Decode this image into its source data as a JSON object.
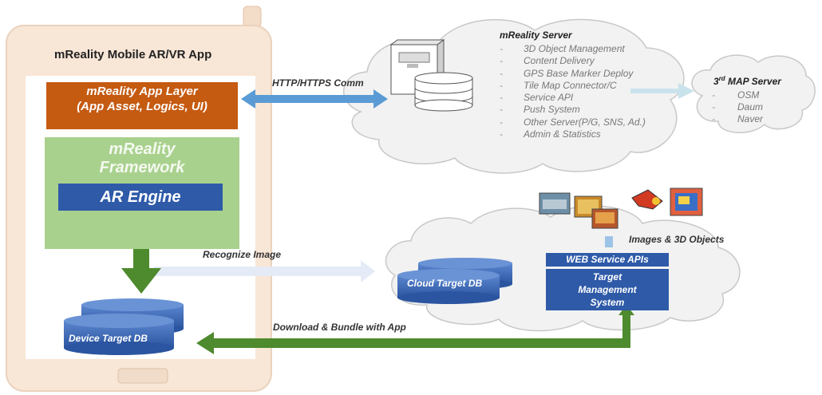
{
  "phone": {
    "title": "mReality Mobile AR/VR App",
    "app_layer_line1": "mReality App Layer",
    "app_layer_line2": "(App Asset, Logics, UI)",
    "framework_line1": "mReality",
    "framework_line2": "Framework",
    "ar_engine": "AR Engine",
    "device_db": "Device Target DB"
  },
  "connections": {
    "http_label": "HTTP/HTTPS Comm",
    "recognize_label": "Recognize Image",
    "download_label": "Download & Bundle with App"
  },
  "mreality_server": {
    "title": "mReality Server",
    "items": [
      "3D Object Management",
      "Content Delivery",
      "GPS Base Marker Deploy",
      "Tile Map Connector/C",
      "Service API",
      "Push System",
      "Other Server(P/G, SNS, Ad.)",
      "Admin & Statistics"
    ]
  },
  "map_server": {
    "title_prefix": "3",
    "title_sup": "rd",
    "title_suffix": " MAP Server",
    "items": [
      "OSM",
      "Daum",
      "Naver"
    ]
  },
  "cloud": {
    "db_label": "Cloud Target DB",
    "images_label": "Images & 3D Objects",
    "web_service": "WEB Service APIs",
    "tms_line1": "Target",
    "tms_line2": "Management",
    "tms_line3": "System"
  },
  "colors": {
    "app_layer": "#c55a11",
    "framework": "#a9d18e",
    "blue_box": "#2e5aa8",
    "green_arrow": "#4e8a2e",
    "phone_frame": "#f8e6d6"
  }
}
